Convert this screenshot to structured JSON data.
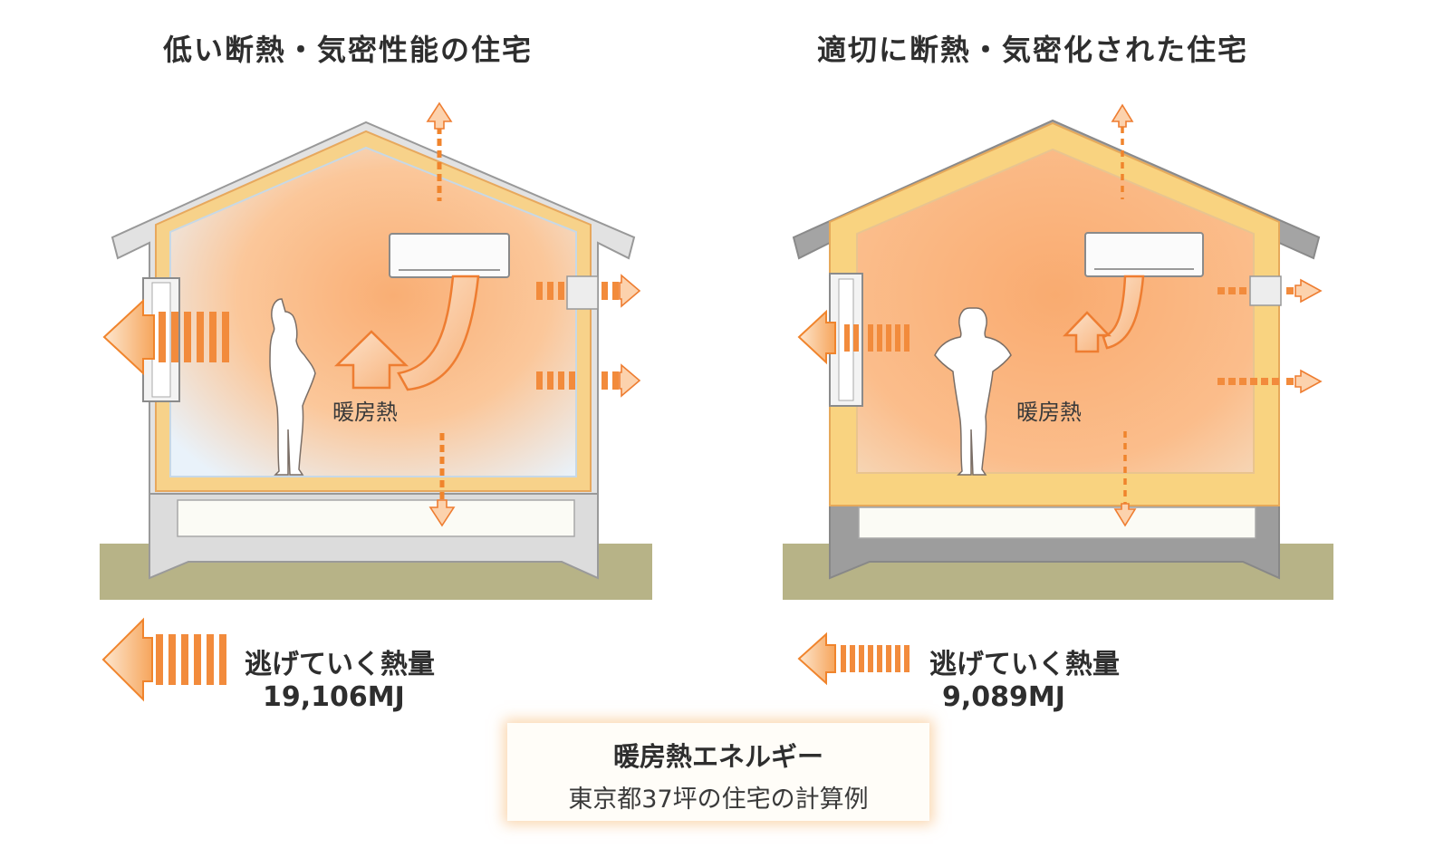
{
  "left_panel": {
    "title": "低い断熱・気密性能の住宅",
    "heat_label": "暖房熱",
    "escape_label": "逃げていく熱量",
    "escape_value": "19,106MJ"
  },
  "right_panel": {
    "title": "適切に断熱・気密化された住宅",
    "heat_label": "暖房熱",
    "escape_label": "逃げていく熱量",
    "escape_value": "9,089MJ"
  },
  "caption": {
    "title": "暖房熱エネルギー",
    "subtitle": "東京都37坪の住宅の計算例"
  },
  "colors": {
    "heat": "#f8b47a",
    "arrow_orange": "#f0842c",
    "insulation": "#f9d27f",
    "wall_gray": "#d8d8d8",
    "ground": "#b7b387"
  }
}
